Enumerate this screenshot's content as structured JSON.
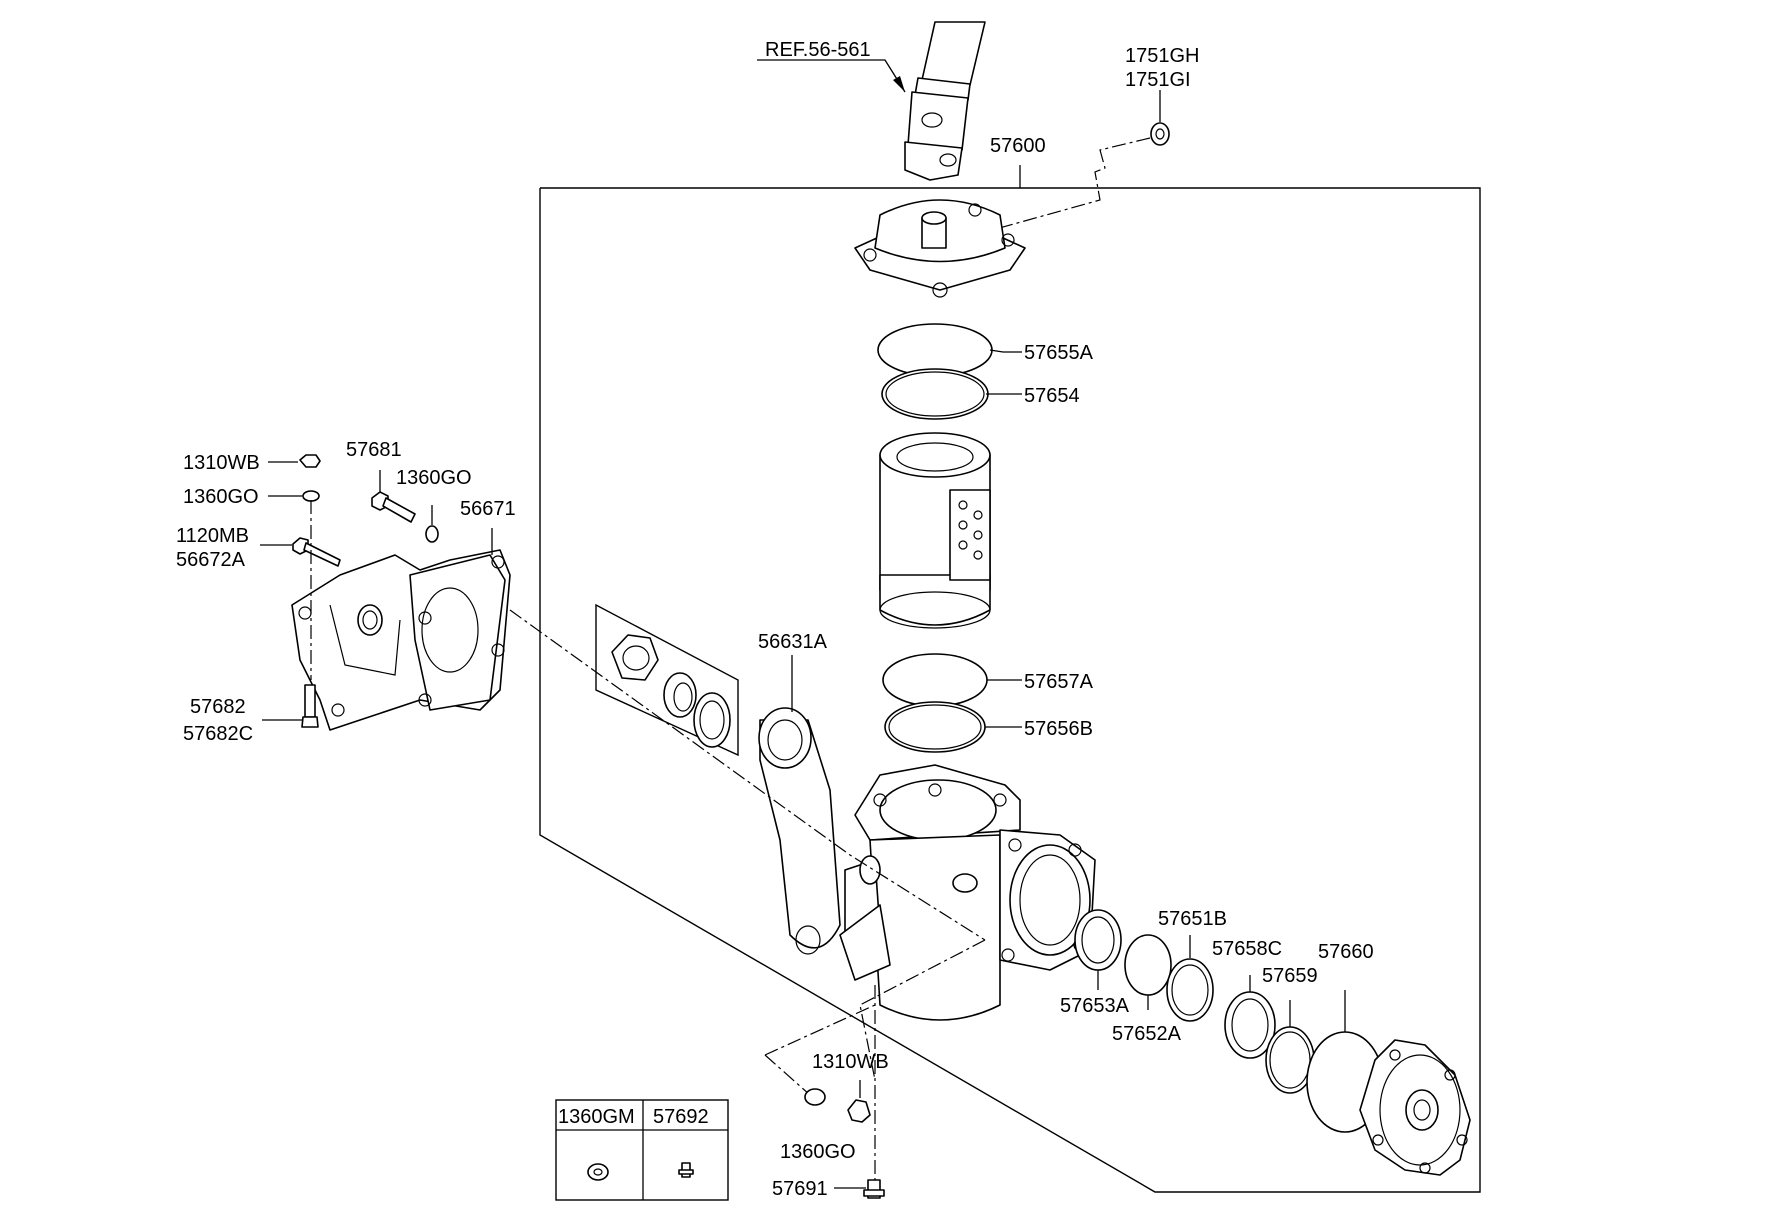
{
  "labels": {
    "ref_56_561": "REF.56-561",
    "p1751GH": "1751GH",
    "p1751GI": "1751GI",
    "p57600": "57600",
    "p57655A": "57655A",
    "p57654": "57654",
    "p57657A": "57657A",
    "p57656B": "57656B",
    "p56631A": "56631A",
    "p1310WB_left": "1310WB",
    "p1360GO_left": "1360GO",
    "p57681": "57681",
    "p1360GO_mid": "1360GO",
    "p56671": "56671",
    "p1120MB": "1120MB",
    "p56672A": "56672A",
    "p57682": "57682",
    "p57682C": "57682C",
    "p57651B": "57651B",
    "p57658C": "57658C",
    "p57659": "57659",
    "p57660": "57660",
    "p57653A": "57653A",
    "p57652A": "57652A",
    "p1310WB_bottom": "1310WB",
    "p1360GO_bottom": "1360GO",
    "p57691": "57691"
  },
  "legend_table": {
    "headers": [
      "1360GM",
      "57692"
    ]
  }
}
